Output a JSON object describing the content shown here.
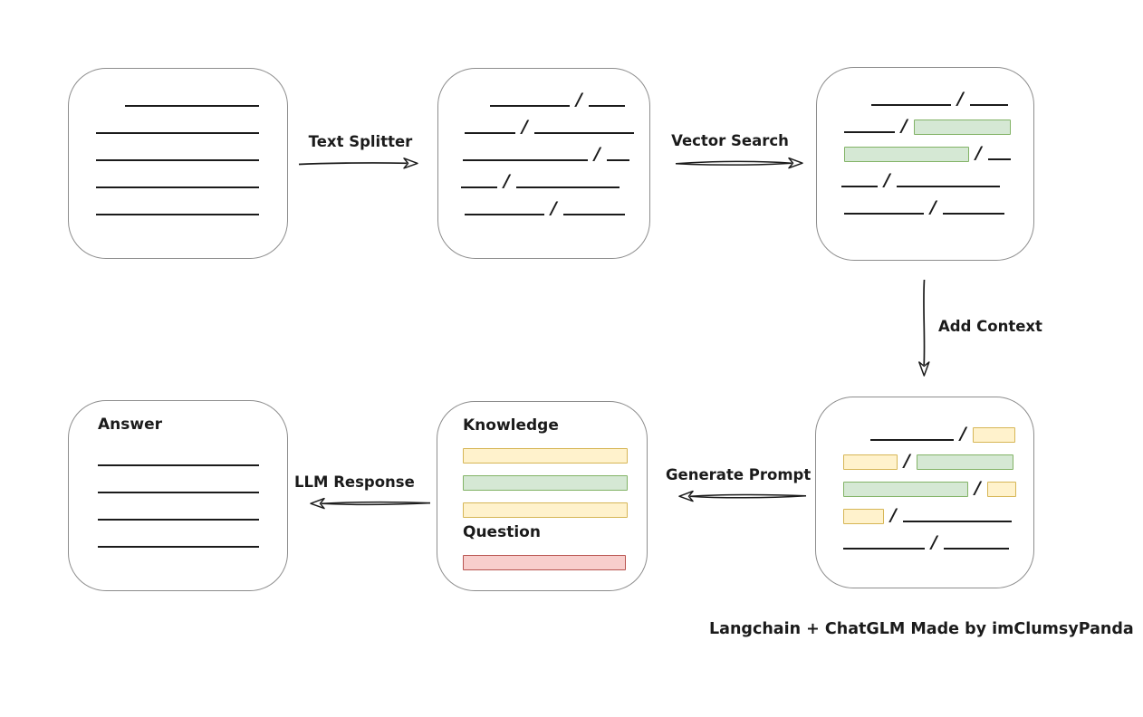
{
  "caption": {
    "text": "Langchain + ChatGLM Made by imClumsyPanda"
  },
  "labels": {
    "text_splitter": "Text Splitter",
    "vector_search": "Vector Search",
    "add_context": "Add Context",
    "generate_prompt": "Generate Prompt",
    "llm_response": "LLM Response",
    "knowledge": "Knowledge",
    "question": "Question",
    "answer": "Answer"
  },
  "colors": {
    "stroke": "#1b1b1b",
    "box_border": "#8d8d8d",
    "green_fill": "#d5e8d4",
    "green_border": "#82b366",
    "yellow_fill": "#fff2cc",
    "yellow_border": "#d6b656",
    "red_fill": "#f8cecc",
    "red_border": "#b85450"
  },
  "nodes": {
    "document": {
      "rows": [
        {
          "ml": 32,
          "segs": [
            [
              "line",
              148
            ]
          ]
        },
        {
          "ml": 0,
          "segs": [
            [
              "line",
              180
            ]
          ]
        },
        {
          "ml": 0,
          "segs": [
            [
              "line",
              180
            ]
          ]
        },
        {
          "ml": 0,
          "segs": [
            [
              "line",
              180
            ]
          ]
        },
        {
          "ml": 0,
          "segs": [
            [
              "line",
              180
            ]
          ]
        }
      ]
    },
    "chunks": {
      "rows": [
        {
          "ml": 32,
          "segs": [
            [
              "line",
              88
            ],
            [
              "slash"
            ],
            [
              "line",
              40
            ]
          ]
        },
        {
          "ml": 4,
          "segs": [
            [
              "line",
              56
            ],
            [
              "slash"
            ],
            [
              "line",
              110
            ]
          ]
        },
        {
          "ml": 2,
          "segs": [
            [
              "line",
              138
            ],
            [
              "slash"
            ],
            [
              "line",
              25
            ]
          ]
        },
        {
          "ml": 0,
          "segs": [
            [
              "line",
              40
            ],
            [
              "slash"
            ],
            [
              "line",
              114
            ]
          ]
        },
        {
          "ml": 4,
          "segs": [
            [
              "line",
              88
            ],
            [
              "slash"
            ],
            [
              "line",
              68
            ]
          ]
        }
      ]
    },
    "matched_chunks": {
      "rows": [
        {
          "ml": 35,
          "segs": [
            [
              "line",
              88
            ],
            [
              "slash"
            ],
            [
              "line",
              42
            ]
          ]
        },
        {
          "ml": 5,
          "segs": [
            [
              "line",
              56
            ],
            [
              "slash"
            ],
            [
              "green",
              107
            ]
          ]
        },
        {
          "ml": 5,
          "segs": [
            [
              "green",
              138
            ],
            [
              "slash"
            ],
            [
              "line",
              25
            ]
          ]
        },
        {
          "ml": 2,
          "segs": [
            [
              "line",
              40
            ],
            [
              "slash"
            ],
            [
              "line",
              114
            ]
          ]
        },
        {
          "ml": 5,
          "segs": [
            [
              "line",
              88
            ],
            [
              "slash"
            ],
            [
              "line",
              68
            ]
          ]
        }
      ]
    },
    "context_chunks": {
      "rows": [
        {
          "ml": 35,
          "segs": [
            [
              "line",
              92
            ],
            [
              "slash"
            ],
            [
              "yellow",
              47
            ]
          ]
        },
        {
          "ml": 5,
          "segs": [
            [
              "yellow",
              60
            ],
            [
              "slash"
            ],
            [
              "green",
              107
            ]
          ]
        },
        {
          "ml": 5,
          "segs": [
            [
              "green",
              138
            ],
            [
              "slash"
            ],
            [
              "yellow",
              32
            ]
          ]
        },
        {
          "ml": 5,
          "segs": [
            [
              "yellow",
              45
            ],
            [
              "slash"
            ],
            [
              "line",
              120
            ]
          ]
        },
        {
          "ml": 5,
          "segs": [
            [
              "line",
              90
            ],
            [
              "slash"
            ],
            [
              "line",
              72
            ]
          ]
        }
      ]
    },
    "prompt": {
      "knowledge_rows": [
        {
          "ml": 0,
          "segs": [
            [
              "yellow",
              182
            ]
          ]
        },
        {
          "ml": 0,
          "segs": [
            [
              "green",
              182
            ]
          ]
        },
        {
          "ml": 0,
          "segs": [
            [
              "yellow",
              182
            ]
          ]
        }
      ],
      "question_rows": [
        {
          "ml": 0,
          "segs": [
            [
              "red",
              180
            ]
          ]
        }
      ]
    },
    "answer": {
      "rows": [
        {
          "ml": 0,
          "segs": [
            [
              "line",
              178
            ]
          ]
        },
        {
          "ml": 0,
          "segs": [
            [
              "line",
              178
            ]
          ]
        },
        {
          "ml": 0,
          "segs": [
            [
              "line",
              178
            ]
          ]
        },
        {
          "ml": 0,
          "segs": [
            [
              "line",
              178
            ]
          ]
        }
      ]
    }
  }
}
